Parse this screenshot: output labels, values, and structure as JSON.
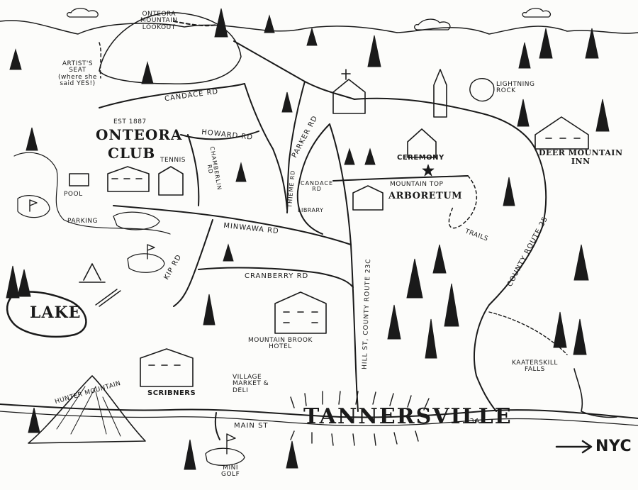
{
  "colors": {
    "ink": "#1a1a1a",
    "paper": "#fcfcfa",
    "shade": "#dcdcdc"
  },
  "landmarks": {
    "lookout": "ONTEORA\nMOUNTAIN\nLOOKOUT",
    "artists_seat": "ARTIST'S\nSEAT\n(where she\nsaid YES!)",
    "est": "EST 1887",
    "club_line1": "ONTEORA",
    "club_line2": "CLUB",
    "tennis": "TENNIS",
    "pool": "POOL",
    "parking": "PARKING",
    "lake": "LAKE",
    "lightning_rock": "LIGHTNING\nROCK",
    "deer_mountain_inn": "DEER MOUNTAIN\nINN",
    "ceremony": "CEREMONY",
    "arboretum_line1": "MOUNTAIN TOP",
    "arboretum_line2": "ARBORETUM",
    "trails": "TRAILS",
    "library": "LIBRARY",
    "hotel": "MOUNTAIN BROOK\nHOTEL",
    "hunter_mountain": "HUNTER MOUNTAIN",
    "scribners": "SCRIBNERS",
    "village_market": "VILLAGE\nMARKET &\nDELI",
    "tannersville": "TANNERSVILLE",
    "kaaterskill_falls": "KAATERSKILL\nFALLS",
    "mini_golf": "MINI\nGOLF",
    "nyc": "NYC"
  },
  "roads": {
    "candace_rd": "CANDACE RD",
    "howard_rd": "HOWARD RD",
    "chamberlin_rd": "CHAMBERLIN\nRD",
    "parker_rd": "PARKER RD",
    "thieme_rd": "THIEME RD",
    "candace_rd_2": "CANDACE\nRD",
    "minwawa_rd": "MINWAWA RD",
    "kip_rd": "KIP RD",
    "cranberry_rd": "CRANBERRY RD",
    "county_route_25": "COUNTY ROUTE 25",
    "hill_st": "HILL ST, COUNTY ROUTE 23C",
    "main_st": "MAIN ST",
    "route_23a": "23A"
  }
}
